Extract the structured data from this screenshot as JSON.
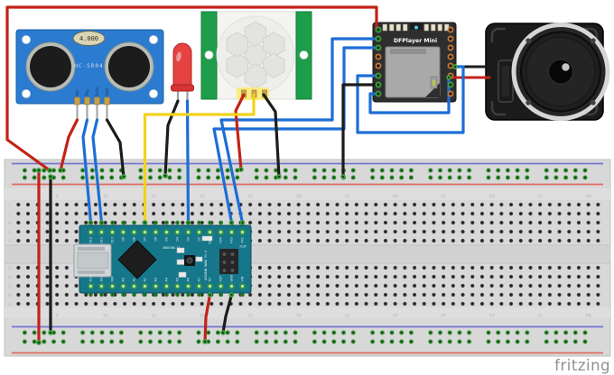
{
  "watermark": "fritzing",
  "ultrasonic": {
    "label": "HC-SR04",
    "crystal": "4.000",
    "pin_labels": [
      "Vcc",
      "Trig",
      "Echo",
      "Gnd"
    ]
  },
  "pir": {
    "name": "PIR motion sensor"
  },
  "led": {
    "name": "red LED"
  },
  "speaker": {
    "name": "speaker"
  },
  "dfplayer": {
    "label": "DFPlayer Mini"
  },
  "arduino": {
    "brand": "ARDUINO.CC",
    "icsp_label": "ICSP",
    "model": "ARDUINO NANO V3.0",
    "top_pins": [
      "D12",
      "D11",
      "D10",
      "D9",
      "D8",
      "D7",
      "D6",
      "D5",
      "D4",
      "D3",
      "D2",
      "GND",
      "RST",
      "RX0",
      "TX1"
    ],
    "bottom_pins": [
      "D13",
      "3V3",
      "REF",
      "A0",
      "A1",
      "A2",
      "A3",
      "A4",
      "A5",
      "A6",
      "A7",
      "5V",
      "RST",
      "GND",
      "VIN"
    ]
  },
  "breadboard": {
    "column_numbers": [
      "5",
      "10",
      "15",
      "20",
      "25",
      "30",
      "35",
      "40",
      "45",
      "50",
      "55",
      "60"
    ],
    "row_letters_top": [
      "J",
      "I",
      "H",
      "G",
      "F"
    ],
    "row_letters_bottom": [
      "E",
      "D",
      "C",
      "B",
      "A"
    ]
  },
  "colors": {
    "wire_red": "#c32218",
    "wire_black": "#1c1c1c",
    "wire_blue": "#1d6ed6",
    "wire_yellow": "#f2d21c",
    "hc_board_blue": "#2b7bd0",
    "pir_green": "#1e9e4a",
    "nano_teal": "#16768a",
    "dfplayer_board": "#2e2e2e",
    "connector_green": "#3c9e3c",
    "rail_red_line": "#e06a62",
    "rail_blue_line": "#7676d2"
  }
}
